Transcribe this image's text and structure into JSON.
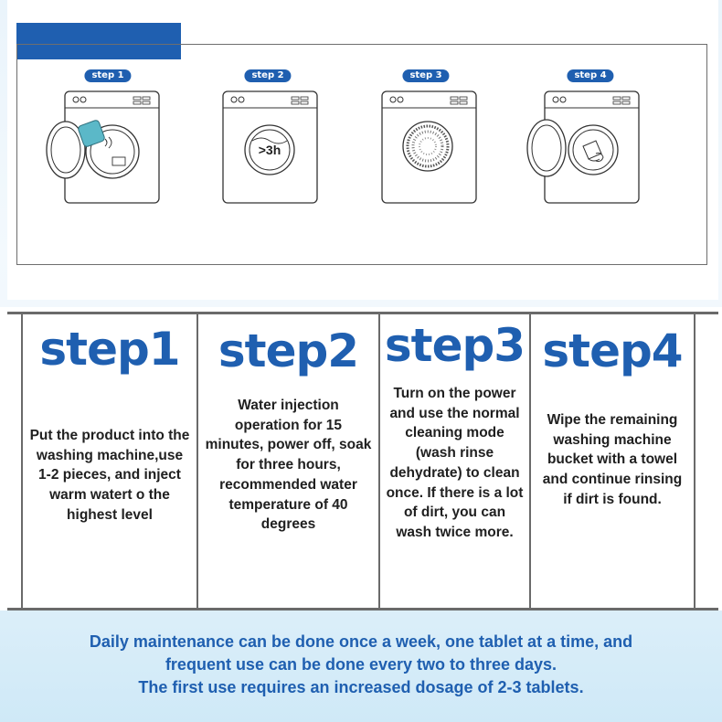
{
  "diagram": {
    "pills": [
      "step 1",
      "step 2",
      "step 3",
      "step 4"
    ],
    "step2_display": ">3h"
  },
  "steps": [
    {
      "title": "step1",
      "text": "Put the product into the washing machine,use 1-2 pieces, and inject warm watert o the highest level"
    },
    {
      "title": "step2",
      "text": "Water injection operation for 15 minutes, power off, soak for three hours, recommended water temperature of 40 degrees"
    },
    {
      "title": "step3",
      "text": "Turn on the power and use the normal cleaning mode (wash rinse dehydrate) to clean once. If there is a lot of dirt, you can wash twice more."
    },
    {
      "title": "step4",
      "text": "Wipe the remaining washing machine bucket with a towel and continue rinsing if dirt is found."
    }
  ],
  "footer": {
    "line1": "Daily maintenance can be done once a week, one tablet at a time, and",
    "line2": "frequent use can be done every two to three days.",
    "line3": "The first use requires an increased dosage of 2-3 tablets."
  },
  "colors": {
    "brand_blue": "#1f5fb0",
    "tablet_teal": "#5bb8c8",
    "text_dark": "#202020"
  }
}
